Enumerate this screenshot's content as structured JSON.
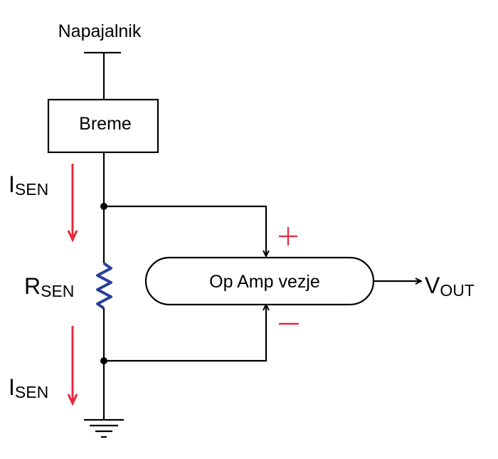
{
  "supply_label": "Napajalnik",
  "load_label": "Breme",
  "opamp_label": "Op Amp vezje",
  "current_top": {
    "main": "I",
    "sub": "SEN"
  },
  "current_bottom": {
    "main": "I",
    "sub": "SEN"
  },
  "resistor": {
    "main": "R",
    "sub": "SEN"
  },
  "output": {
    "main": "V",
    "sub": "OUT"
  },
  "plus_sign": "+",
  "minus_sign": "−",
  "colors": {
    "wire": "#000000",
    "current_arrow": "#e8283c",
    "resistor": "#2a3f9b",
    "polarity": "#e8283c"
  }
}
